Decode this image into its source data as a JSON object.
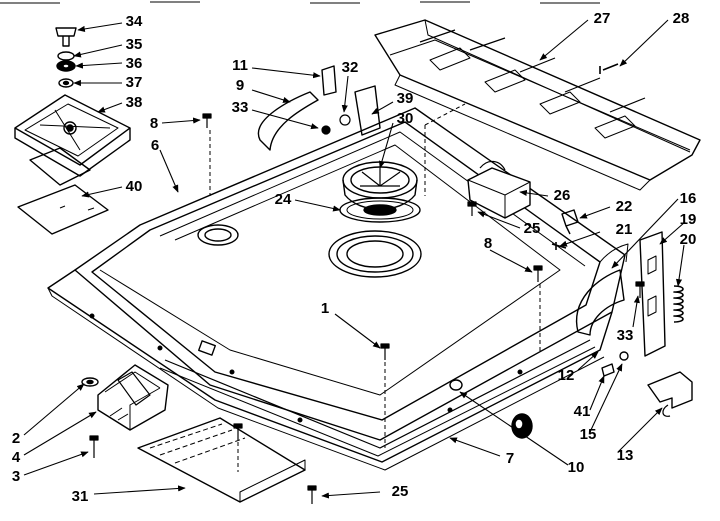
{
  "diagram": {
    "colors": {
      "ink": "#000000",
      "paper": "#ffffff",
      "shade": "#d8d8d8"
    },
    "labels": [
      {
        "id": "l34a",
        "text": "34"
      },
      {
        "id": "l35",
        "text": "35"
      },
      {
        "id": "l36",
        "text": "36"
      },
      {
        "id": "l37",
        "text": "37"
      },
      {
        "id": "l38",
        "text": "38"
      },
      {
        "id": "l8a",
        "text": "8"
      },
      {
        "id": "l6",
        "text": "6"
      },
      {
        "id": "l40",
        "text": "40"
      },
      {
        "id": "l11",
        "text": "11"
      },
      {
        "id": "l9",
        "text": "9"
      },
      {
        "id": "l32",
        "text": "32"
      },
      {
        "id": "l33a",
        "text": "33"
      },
      {
        "id": "l39",
        "text": "39"
      },
      {
        "id": "l30",
        "text": "30"
      },
      {
        "id": "l24",
        "text": "24"
      },
      {
        "id": "l27",
        "text": "27"
      },
      {
        "id": "l28",
        "text": "28"
      },
      {
        "id": "l26",
        "text": "26"
      },
      {
        "id": "l22",
        "text": "22"
      },
      {
        "id": "l25a",
        "text": "25"
      },
      {
        "id": "l21",
        "text": "21"
      },
      {
        "id": "l8b",
        "text": "8"
      },
      {
        "id": "l16",
        "text": "16"
      },
      {
        "id": "l19",
        "text": "19"
      },
      {
        "id": "l20",
        "text": "20"
      },
      {
        "id": "l1",
        "text": "1"
      },
      {
        "id": "l33b",
        "text": "33"
      },
      {
        "id": "l12",
        "text": "12"
      },
      {
        "id": "l41",
        "text": "41"
      },
      {
        "id": "l15",
        "text": "15"
      },
      {
        "id": "l13",
        "text": "13"
      },
      {
        "id": "l7",
        "text": "7"
      },
      {
        "id": "l10",
        "text": "10"
      },
      {
        "id": "l2",
        "text": "2"
      },
      {
        "id": "l4",
        "text": "4"
      },
      {
        "id": "l3",
        "text": "3"
      },
      {
        "id": "l31",
        "text": "31"
      },
      {
        "id": "l25b",
        "text": "25"
      }
    ]
  }
}
